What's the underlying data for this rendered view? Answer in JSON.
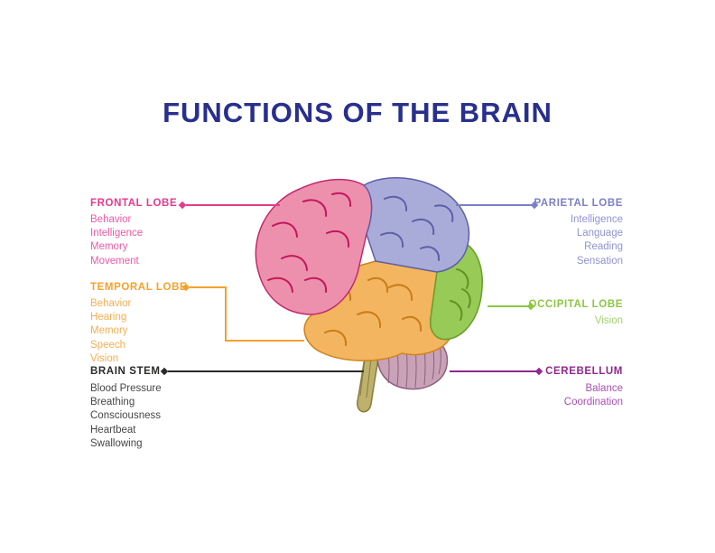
{
  "title": "FUNCTIONS OF THE BRAIN",
  "colors": {
    "title": "#282f8c",
    "frontal": "#e63a8f",
    "frontal_list": "#ee5aa5",
    "temporal": "#f5a12e",
    "temporal_list": "#f6ae52",
    "brainstem": "#2b2a29",
    "brainstem_list": "#464646",
    "parietal": "#7b7fc7",
    "parietal_list": "#9093d3",
    "occipital": "#8dc63f",
    "occipital_list": "#a2cf6c",
    "cerebellum": "#92278f",
    "cerebellum_list": "#a94fb4"
  },
  "regions": {
    "frontal": {
      "name": "frontal-lobe",
      "color": "#ed90ad"
    },
    "parietal": {
      "name": "parietal-lobe",
      "color": "#a9acd9"
    },
    "temporal": {
      "name": "temporal-lobe",
      "color": "#f3b55f"
    },
    "occipital": {
      "name": "occipital-lobe",
      "color": "#98ca58"
    },
    "cerebellum": {
      "name": "cerebellum",
      "color": "#c9a2b8"
    },
    "brainstem": {
      "name": "brain-stem",
      "color": "#beb06d"
    }
  },
  "sections": {
    "frontal": {
      "label": "FRONTAL LOBE",
      "items": [
        "Behavior",
        "Intelligence",
        "Memory",
        "Movement"
      ]
    },
    "temporal": {
      "label": "TEMPORAL LOBE",
      "items": [
        "Behavior",
        "Hearing",
        "Memory",
        "Speech",
        "Vision"
      ]
    },
    "brainstem": {
      "label": "BRAIN STEM",
      "items": [
        "Blood Pressure",
        "Breathing",
        "Consciousness",
        "Heartbeat",
        "Swallowing"
      ]
    },
    "parietal": {
      "label": "PARIETAL LOBE",
      "items": [
        "Intelligence",
        "Language",
        "Reading",
        "Sensation"
      ]
    },
    "occipital": {
      "label": "OCCIPITAL LOBE",
      "items": [
        "Vision"
      ]
    },
    "cerebellum": {
      "label": "CEREBELLUM",
      "items": [
        "Balance",
        "Coordination"
      ]
    }
  }
}
